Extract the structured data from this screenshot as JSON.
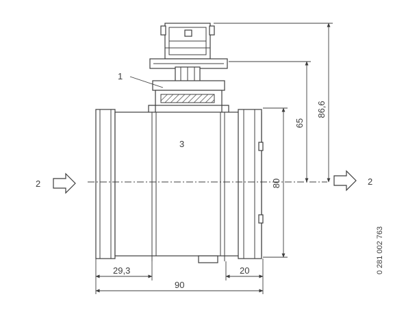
{
  "callouts": {
    "one": "1",
    "two_left": "2",
    "two_right": "2",
    "three": "3"
  },
  "dimensions": {
    "d65": "65",
    "d86": "86,6",
    "d80": "80",
    "d29": "29,3",
    "d20": "20",
    "d90": "90"
  },
  "part_number": "0 281 002 763"
}
